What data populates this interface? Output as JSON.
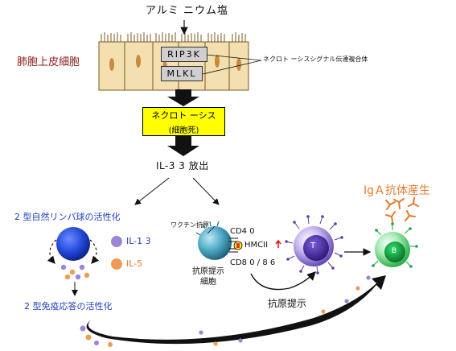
{
  "top": {
    "aluminum_salt": "アルミ ニウム塩",
    "epithelial_cells": "肺胞上皮細胞",
    "ripk3": "RIP3K",
    "mlkl": "MLKL",
    "complex_label": "ネクロト ーシスシグナル伝達複合体"
  },
  "necroptosis": {
    "title": "ネクロト ーシス",
    "subtitle": "(細胞死)"
  },
  "il33_release": "IL-3 3 放出",
  "left": {
    "ilc2_activation": "2 型自然リンパ球の活性化",
    "il13": "IL-1 3",
    "il5": "IL-5",
    "type2_activation": "2 型免疫応答の活性化"
  },
  "center": {
    "vaccine_antigen": "ワクチン抗原",
    "cd40": "CD4 0",
    "hmcii": "HMCII",
    "cd80_86": "CD8 0 / 8 6",
    "apc_line1": "抗原提示",
    "apc_line2": "細胞",
    "antigen_presentation": "抗原提示"
  },
  "right": {
    "t_cell": "T",
    "b_cell": "B",
    "iga_production": "IgＡ抗体産生"
  },
  "colors": {
    "title_red": "#8b1a1a",
    "blue_text": "#1f3fbf",
    "orange": "#e8782a",
    "yellow_box": "#ffff00",
    "t_cell": "#5a3fae",
    "b_cell": "#18a83a",
    "apc": "#3a8ea8"
  }
}
